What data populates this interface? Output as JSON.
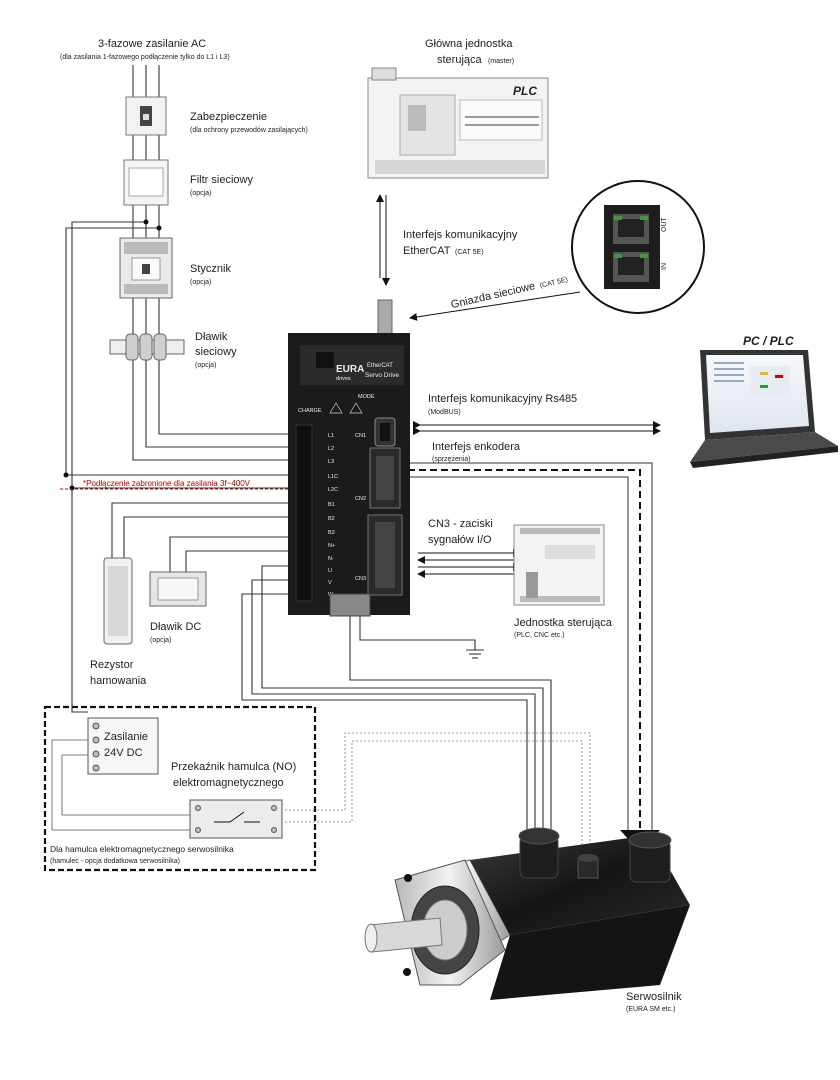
{
  "labels": {
    "ac_supply": "3-fazowe zasilanie AC",
    "ac_supply_note": "(dla zasilania 1-fazowego podłączenie tylko do L1 i L3)",
    "protection": "Zabezpieczenie",
    "protection_note": "(dla ochrony przewodów zasilających)",
    "line_filter": "Filtr sieciowy",
    "line_filter_note": "(opcja)",
    "contactor": "Stycznik",
    "contactor_note": "(opcja)",
    "reactor_line1": "Dławik",
    "reactor_line2": "sieciowy",
    "reactor_note": "(opcja)",
    "master_line1": "Główna jednostka",
    "master_line2": "sterująca",
    "master_note": "(master)",
    "plc": "PLC",
    "ethercat_line1": "Interfejs komunikacyjny",
    "ethercat_line2": "EtherCAT",
    "ethercat_note": "(CAT 5E)",
    "net_socket": "Gniazda sieciowe",
    "net_socket_note": "(CAT 5E)",
    "port_out": "OUT",
    "port_in": "IN",
    "pc_plc": "PC / PLC",
    "rs485": "Interfejs komunikacyjny Rs485",
    "rs485_note": "(ModBUS)",
    "encoder": "Interfejs enkodera",
    "encoder_note": "(sprzężenia)",
    "forbidden": "*Podłączenie zabronione dla zasilania 3f~400V",
    "cn3_line1": "CN3 - zaciski",
    "cn3_line2": "sygnałów I/O",
    "control_unit": "Jednostka sterująca",
    "control_unit_note": "(PLC, CNC etc.)",
    "dc_reactor": "Dławik DC",
    "dc_reactor_note": "(opcja)",
    "brake_res_line1": "Rezystor",
    "brake_res_line2": "hamowania",
    "psu_line1": "Zasilanie",
    "psu_line2": "24V DC",
    "relay_line1": "Przekaźnik hamulca (NO)",
    "relay_line2": "elektromagnetycznego",
    "brake_box": "Dla hamulca elektromagnetycznego serwosilnika",
    "brake_box_note": "(hamulec - opcja dodatkowa serwosilnika)",
    "servo_motor": "Serwosilnik",
    "servo_motor_note": "(EURA SM etc.)"
  },
  "drive": {
    "brand": "EURA",
    "brand_sub": "drives",
    "ethercat": "EtherCAT",
    "model": "Servo Drive",
    "mode_label": "MODE",
    "charge": "CHARGE",
    "cn1": "CN1",
    "cn2": "CN2",
    "cn3": "CN3",
    "terminals": [
      "L1",
      "L2",
      "L3",
      "L1C",
      "L2C",
      "B1",
      "B2",
      "B3",
      "N+",
      "N-",
      "U",
      "V",
      "W"
    ]
  },
  "colors": {
    "drive_body": "#1b1b1b",
    "forbidden_line": "#c00000",
    "connector_green": "#3a9b3a",
    "terminal_panel": "#e8e8e8"
  }
}
